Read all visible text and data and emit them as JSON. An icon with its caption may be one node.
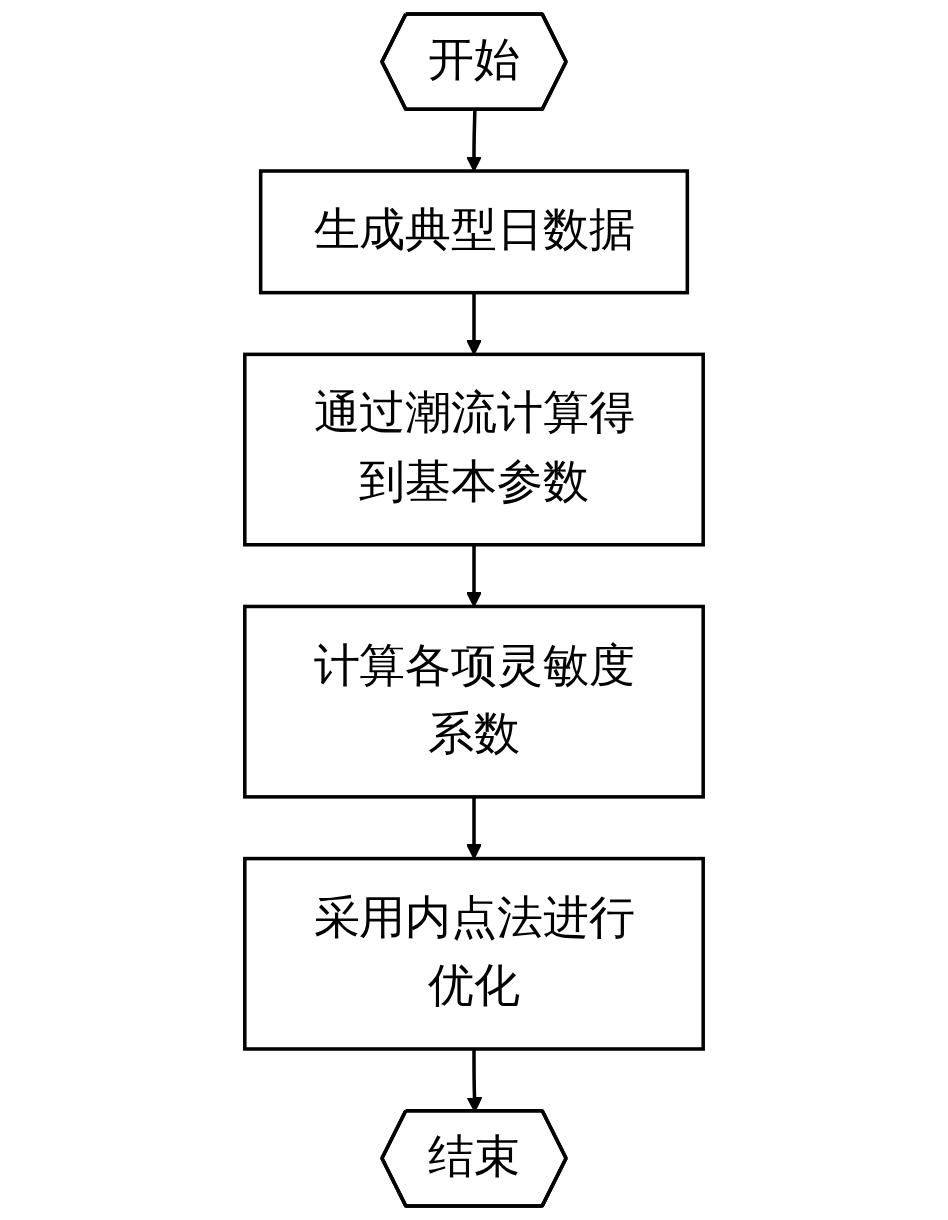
{
  "diagram": {
    "nodes": [
      {
        "text": [
          "开始"
        ]
      },
      {
        "text": [
          "生成典型日数据"
        ]
      },
      {
        "text": [
          "通过潮流计算得到基本参数"
        ]
      },
      {
        "text": [
          "计算各项灵敏度系数"
        ]
      },
      {
        "text": [
          "采用内点法进行优化"
        ]
      },
      {
        "text": [
          "结束"
        ]
      }
    ],
    "edges": [
      {
        "from": 0,
        "to": 1,
        "arrow": "to"
      },
      {
        "from": 1,
        "to": 2,
        "arrow": "to"
      },
      {
        "from": 2,
        "to": 3,
        "arrow": "to"
      },
      {
        "from": 3,
        "to": 4,
        "arrow": "to"
      },
      {
        "from": 4,
        "to": 5,
        "arrow": "to"
      }
    ]
  }
}
